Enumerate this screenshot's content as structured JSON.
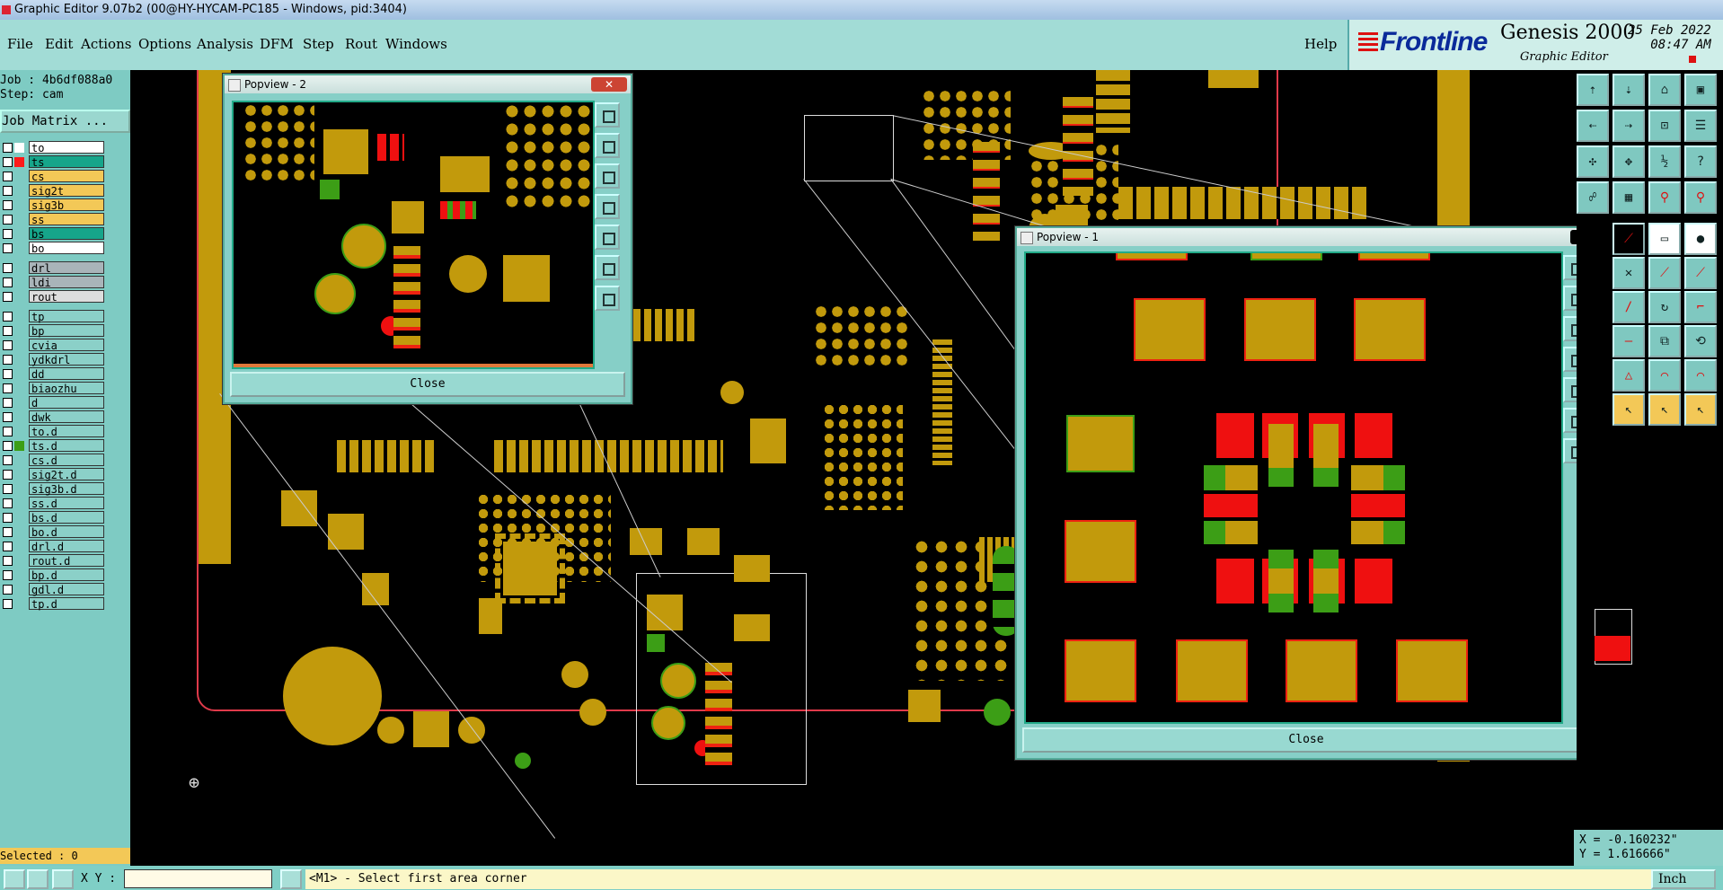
{
  "window": {
    "title": "Graphic Editor 9.07b2 (00@HY-HYCAM-PC185 - Windows, pid:3404)"
  },
  "menu": {
    "items": [
      "File",
      "Edit",
      "Actions",
      "Options",
      "Analysis",
      "DFM",
      "Step",
      "Rout",
      "Windows"
    ],
    "help": "Help"
  },
  "brand": {
    "logo": "Frontline",
    "product": "Genesis 2000",
    "subtitle": "Graphic Editor",
    "date": "25 Feb 2022",
    "time": "08:47 AM"
  },
  "job": {
    "job_label": "Job : 4b6df088a0",
    "step_label": "Step: cam",
    "matrix_button": "Job Matrix ..."
  },
  "layers": [
    {
      "name": "to",
      "color": "#ffffff",
      "marker": "#ffffff"
    },
    {
      "name": "ts",
      "color": "#16a58a",
      "marker": "#ff1a1a"
    },
    {
      "name": "cs",
      "color": "#f3c857",
      "marker": ""
    },
    {
      "name": "sig2t",
      "color": "#f3c857",
      "marker": ""
    },
    {
      "name": "sig3b",
      "color": "#f3c857",
      "marker": ""
    },
    {
      "name": "ss",
      "color": "#f3c857",
      "marker": ""
    },
    {
      "name": "bs",
      "color": "#16a58a",
      "marker": ""
    },
    {
      "name": "bo",
      "color": "#ffffff",
      "marker": ""
    },
    {
      "name": "drl",
      "color": "#a9b4b9",
      "marker": ""
    },
    {
      "name": "ldi",
      "color": "#a9b4b9",
      "marker": ""
    },
    {
      "name": "rout",
      "color": "#dddddd",
      "marker": ""
    },
    {
      "name": "tp",
      "color": "#8bd0c8",
      "marker": ""
    },
    {
      "name": "bp",
      "color": "#8bd0c8",
      "marker": ""
    },
    {
      "name": "cvia",
      "color": "#8bd0c8",
      "marker": ""
    },
    {
      "name": "ydkdrl",
      "color": "#8bd0c8",
      "marker": ""
    },
    {
      "name": "dd",
      "color": "#8bd0c8",
      "marker": ""
    },
    {
      "name": "biaozhu",
      "color": "#8bd0c8",
      "marker": ""
    },
    {
      "name": "d",
      "color": "#8bd0c8",
      "marker": ""
    },
    {
      "name": "dwk",
      "color": "#8bd0c8",
      "marker": ""
    },
    {
      "name": "to.d",
      "color": "#8bd0c8",
      "marker": ""
    },
    {
      "name": "ts.d",
      "color": "#8bd0c8",
      "marker": "#3c9e16"
    },
    {
      "name": "cs.d",
      "color": "#8bd0c8",
      "marker": ""
    },
    {
      "name": "sig2t.d",
      "color": "#8bd0c8",
      "marker": ""
    },
    {
      "name": "sig3b.d",
      "color": "#8bd0c8",
      "marker": ""
    },
    {
      "name": "ss.d",
      "color": "#8bd0c8",
      "marker": ""
    },
    {
      "name": "bs.d",
      "color": "#8bd0c8",
      "marker": ""
    },
    {
      "name": "bo.d",
      "color": "#8bd0c8",
      "marker": ""
    },
    {
      "name": "drl.d",
      "color": "#8bd0c8",
      "marker": ""
    },
    {
      "name": "rout.d",
      "color": "#8bd0c8",
      "marker": ""
    },
    {
      "name": "bp.d",
      "color": "#8bd0c8",
      "marker": ""
    },
    {
      "name": "gdl.d",
      "color": "#8bd0c8",
      "marker": ""
    },
    {
      "name": "tp.d",
      "color": "#8bd0c8",
      "marker": ""
    }
  ],
  "selected": "Selected : 0",
  "popview2": {
    "title": "Popview - 2",
    "close": "Close",
    "x_label": "✕"
  },
  "popview1": {
    "title": "Popview - 1",
    "close": "Close",
    "x_label": "✕"
  },
  "coords": {
    "x": "X = -0.160232\"",
    "y": "Y = 1.616666\""
  },
  "status": {
    "xy_label": "X Y :",
    "message": "<M1> - Select first area corner",
    "unit": "Inch"
  },
  "colors": {
    "copper": "#c29a0c",
    "mask_red": "#ef1010",
    "mask_green": "#3c9e16",
    "panel": "#86cfc7"
  }
}
